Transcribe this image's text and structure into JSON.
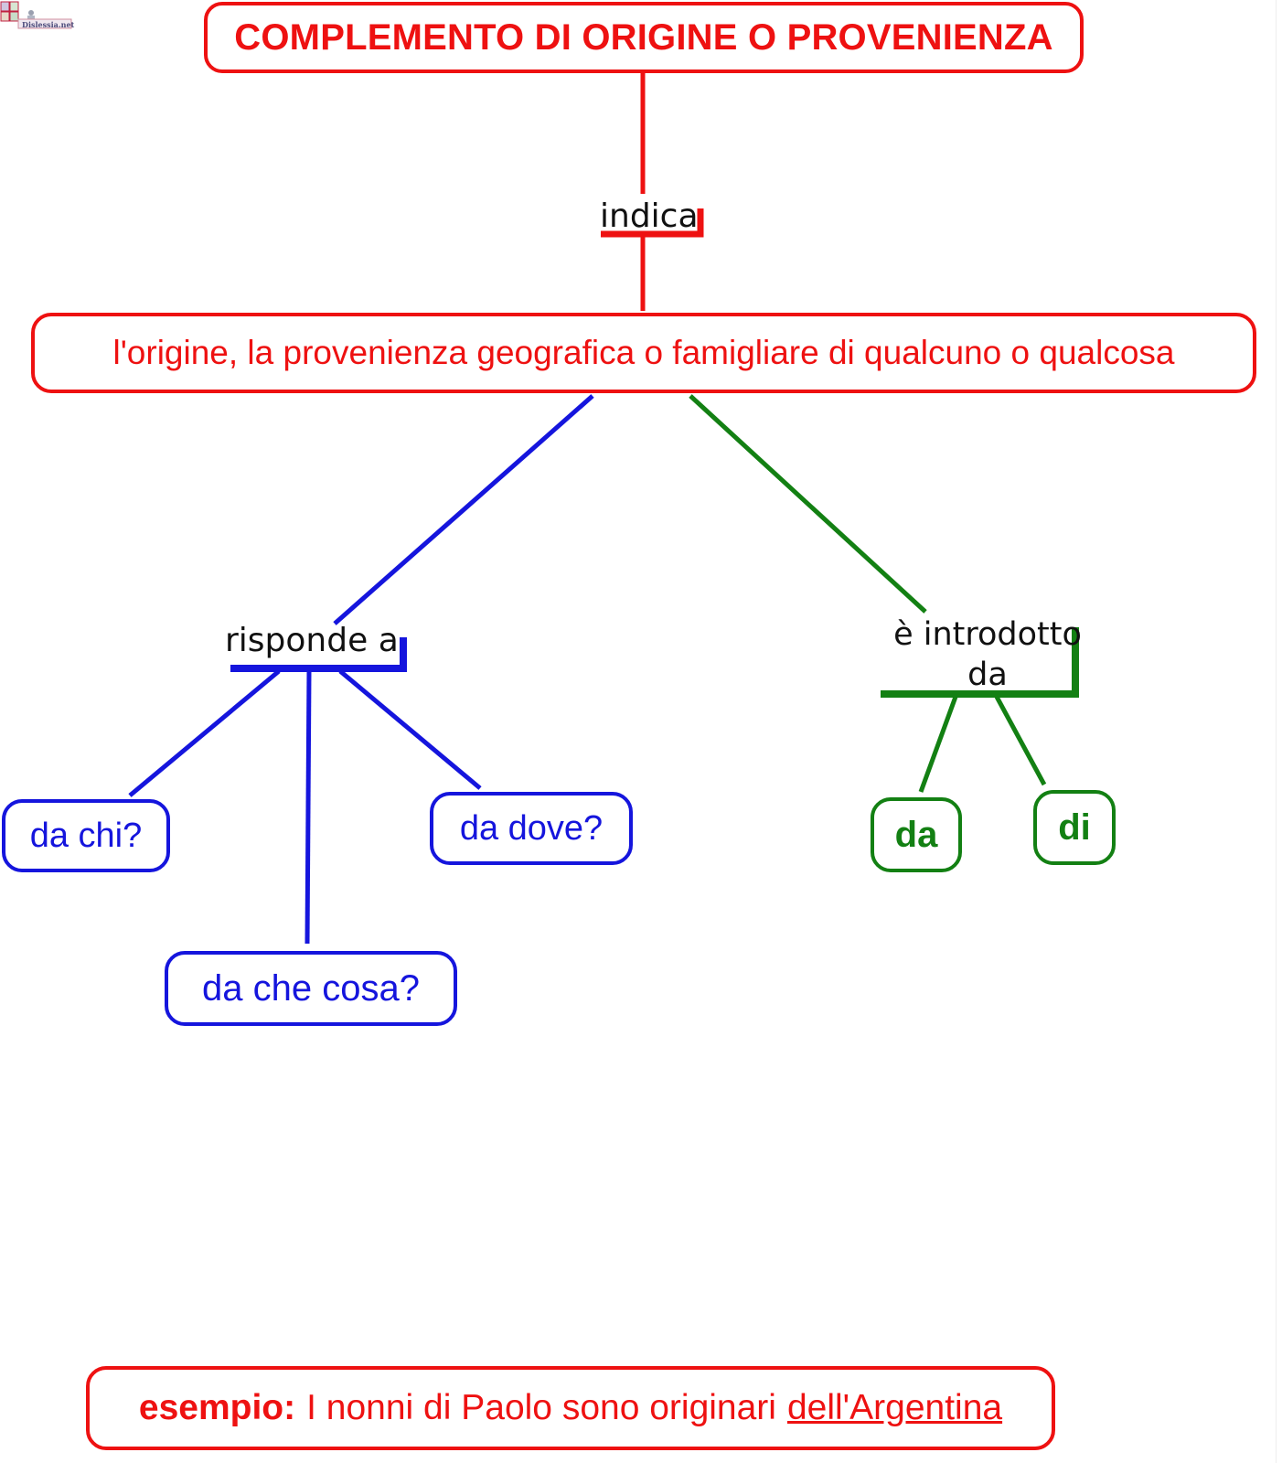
{
  "logo": {
    "text": "Dislessia.net",
    "icon": "house-blocks-logo-icon"
  },
  "colors": {
    "red": "#ee1111",
    "blue": "#1515dd",
    "green": "#138013",
    "label_text": "#111111"
  },
  "concept_map": {
    "title": "COMPLEMENTO DI ORIGINE O PROVENIENZA",
    "link_indica": "indica",
    "definition": "l'origine, la provenienza geografica o famigliare di qualcuno o qualcosa",
    "link_risponde": "risponde a",
    "questions": [
      {
        "label": "da chi?"
      },
      {
        "label": "da dove?"
      },
      {
        "label": "da che cosa?"
      }
    ],
    "link_introdotto": "è introdotto da",
    "prepositions": [
      {
        "label": "da"
      },
      {
        "label": "di"
      }
    ],
    "example": {
      "lead": "esempio:",
      "sentence": "I nonni di Paolo sono originari",
      "highlight": "dell'Argentina"
    }
  }
}
